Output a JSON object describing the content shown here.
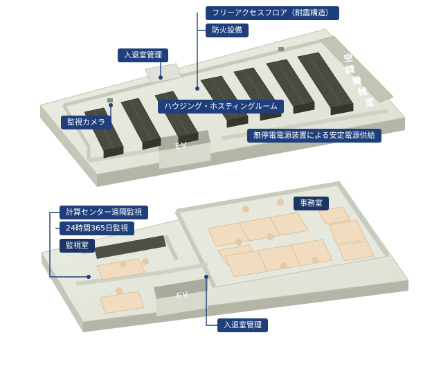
{
  "top_floor": {
    "labels": {
      "free_access_floor": "フリーアクセスフロア（耐震構造）",
      "fire_protection": "防火設備",
      "entry_management": "入退室管理",
      "surveillance_camera": "監視カメラ",
      "housing_hosting_room": "ハウジング・ホスティングルーム",
      "stable_power_supply": "無停電電源装置による安定電源供給",
      "air_conditioning_room": [
        "空",
        "調",
        "機",
        "械",
        "室"
      ],
      "elevator": "EV"
    }
  },
  "bottom_floor": {
    "labels": {
      "remote_monitoring": "計算センター遠隔監視",
      "monitoring_247": "24時間365日監視",
      "monitoring_room": "監視室",
      "office": "事務室",
      "entry_management": "入退室管理",
      "elevator": "EV"
    }
  },
  "colors": {
    "label_bg": "#1f3f7c",
    "floor": "#e4e6da",
    "wall": "#c9ccbd",
    "server": "#4a4a40",
    "desk": "#f2dcc0"
  }
}
